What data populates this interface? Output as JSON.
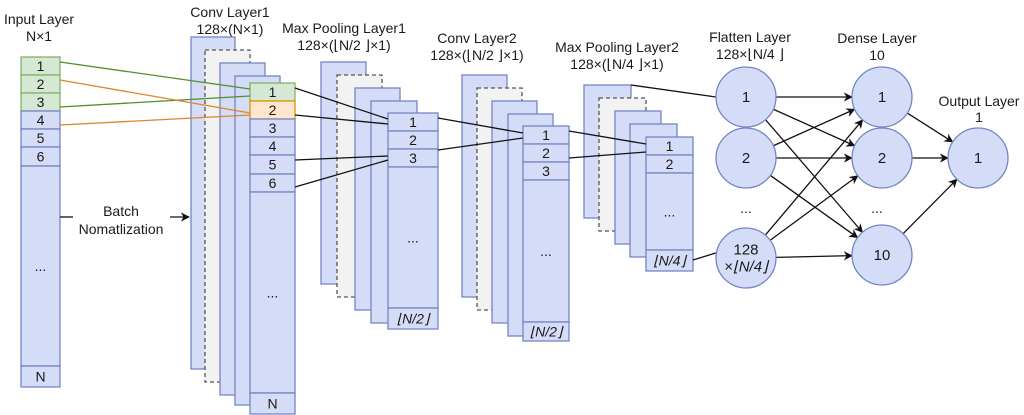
{
  "colors": {
    "cell_fill": "#d4dcf7",
    "cell_stroke": "#7585c4",
    "green_fill": "#d5e8d4",
    "green_stroke": "#82b366",
    "orange_fill": "#ffe6cc",
    "orange_stroke": "#d79b00",
    "green_line": "#4e8f2e",
    "orange_line": "#e0842c",
    "dashed_fill": "#f2f2f2",
    "dashed_stroke": "#555555",
    "line": "#111111"
  },
  "layers": {
    "input": {
      "title": "Input Layer",
      "shape": "N×1",
      "cells": [
        "1",
        "2",
        "3",
        "4",
        "5",
        "6",
        "...",
        "N"
      ]
    },
    "conv1": {
      "title": "Conv Layer1",
      "shape": "128×(N×1)",
      "cells": [
        "1",
        "2",
        "3",
        "4",
        "5",
        "6",
        "...",
        "N"
      ]
    },
    "pool1": {
      "title": "Max Pooling Layer1",
      "shape": "128×(⌊N/2 ⌋×1)",
      "cells": [
        "1",
        "2",
        "3",
        "...",
        "⌊N/2⌋"
      ]
    },
    "conv2": {
      "title": "Conv Layer2",
      "shape": "128×(⌊N/2 ⌋×1)",
      "cells": [
        "1",
        "2",
        "3",
        "...",
        "⌊N/2⌋"
      ]
    },
    "pool2": {
      "title": "Max Pooling Layer2",
      "shape": "128×(⌊N/4 ⌋×1)",
      "cells": [
        "1",
        "2",
        "...",
        "⌊N/4⌋"
      ]
    },
    "flatten": {
      "title": "Flatten Layer",
      "shape": "128×⌊N/4 ⌋",
      "nodes": [
        "1",
        "2",
        "128\n×⌊N/4⌋"
      ],
      "ellipsis": "..."
    },
    "dense": {
      "title": "Dense Layer",
      "shape": "10",
      "nodes": [
        "1",
        "2",
        "10"
      ],
      "ellipsis": "..."
    },
    "output": {
      "title": "Output Layer",
      "shape": "1",
      "nodes": [
        "1"
      ]
    }
  },
  "batch_norm": {
    "line1": "Batch",
    "line2": "Nomatlization"
  }
}
